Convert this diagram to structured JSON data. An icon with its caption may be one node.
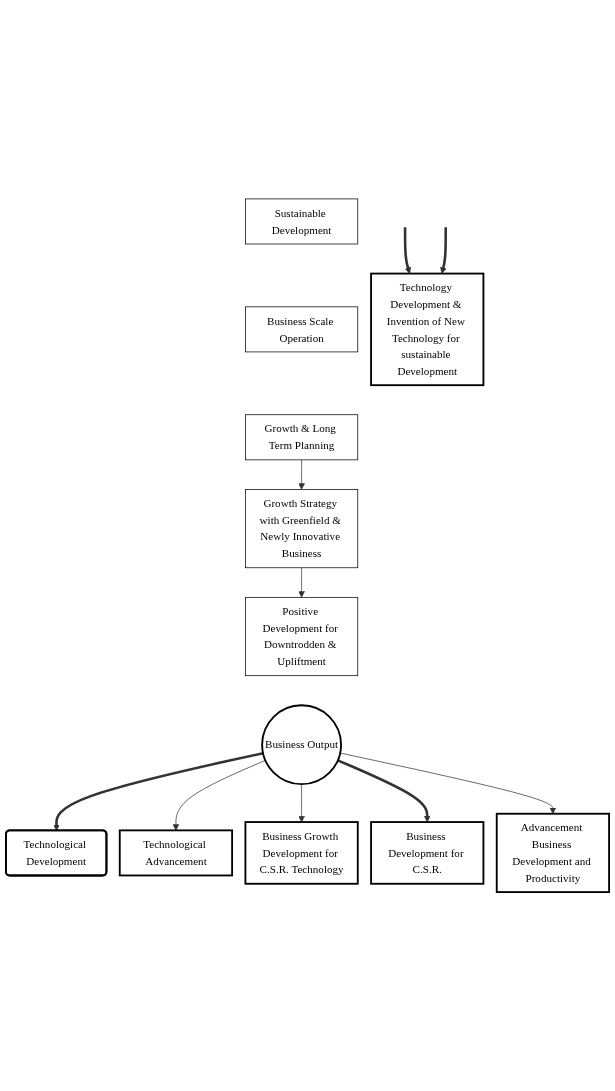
{
  "diagram": {
    "nodes": [
      {
        "text": [
          "Sustainable Development"
        ]
      },
      {
        "text": [
          "Business Scale Operation"
        ]
      },
      {
        "text": [
          "Growth & Long Term Planning"
        ]
      },
      {
        "text": [
          "Growth Strategy with Greenfield & Newly Innovative Business"
        ]
      },
      {
        "text": [
          "Positive Development for Downtrodden & Upliftment"
        ]
      },
      {
        "text": [
          "Technology Development & Invention of New Technology for sustainable Development"
        ]
      },
      {
        "text": [
          "Technological Development"
        ]
      },
      {
        "text": [
          "Technological Advancement"
        ]
      },
      {
        "text": [
          "Business Growth Development for C.S.R. Technology"
        ]
      },
      {
        "text": [
          "Business Output"
        ]
      },
      {
        "text": [
          "Business Development for C.S.R."
        ]
      },
      {
        "text": [
          "Advancement Business Development and Productivity"
        ]
      }
    ],
    "edges": [
      {
        "from": 2,
        "to": 3,
        "arrow": "to"
      },
      {
        "from": 3,
        "to": 4,
        "arrow": "to"
      },
      {
        "from": null,
        "to": 5,
        "arrow": "to",
        "style": "thick"
      },
      {
        "from": null,
        "to": 5,
        "arrow": "to",
        "style": "thick"
      },
      {
        "from": 9,
        "to": 6,
        "arrow": "to",
        "style": "thick"
      },
      {
        "from": 9,
        "to": 7,
        "arrow": "to"
      },
      {
        "from": 9,
        "to": 8,
        "arrow": "to"
      },
      {
        "from": 9,
        "to": 10,
        "arrow": "to",
        "style": "thick"
      },
      {
        "from": 9,
        "to": 11,
        "arrow": "to"
      }
    ]
  }
}
